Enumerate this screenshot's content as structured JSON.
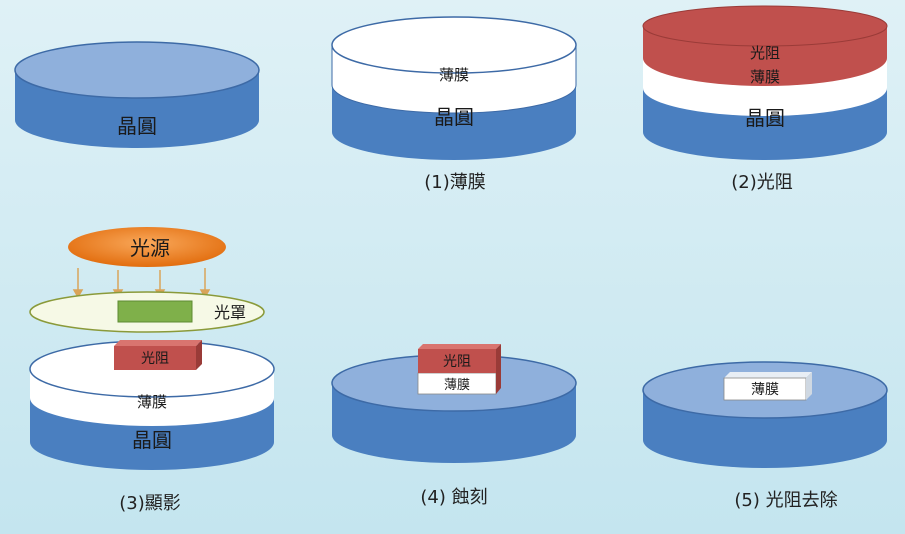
{
  "labels": {
    "wafer": "晶圓",
    "film": "薄膜",
    "photoresist": "光阻",
    "light_source": "光源",
    "mask": "光罩"
  },
  "captions": {
    "step1": "(1)薄膜",
    "step2": "(2)光阻",
    "step3": "(3)顯影",
    "step4": "(4) 蝕刻",
    "step5": "(5) 光阻去除"
  },
  "colors": {
    "wafer_side": "#4a7fc0",
    "wafer_top": "#8fb0dc",
    "film": "#ffffff",
    "photoresist": "#c0504d",
    "mask_block": "#7fb04a",
    "light": "#ec7a1a",
    "arrow": "#d9a45a"
  }
}
